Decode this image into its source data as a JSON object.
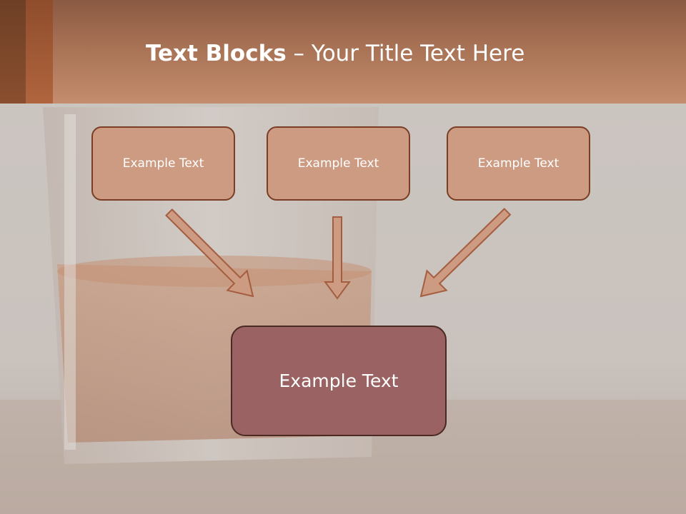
{
  "title": {
    "bold": "Text Blocks",
    "dash": " – ",
    "rest": "Your Title Text Here"
  },
  "blocks": [
    {
      "text": "Example Text"
    },
    {
      "text": "Example Text"
    },
    {
      "text": "Example Text"
    }
  ],
  "target": {
    "text": "Example Text"
  },
  "colors": {
    "header": "#b67b5c",
    "box_fill": "#cd9b82",
    "box_border": "#7a3e24",
    "target_fill": "#9a6262",
    "arrow_fill": "#cd9b82",
    "arrow_stroke": "#a55d3f"
  }
}
